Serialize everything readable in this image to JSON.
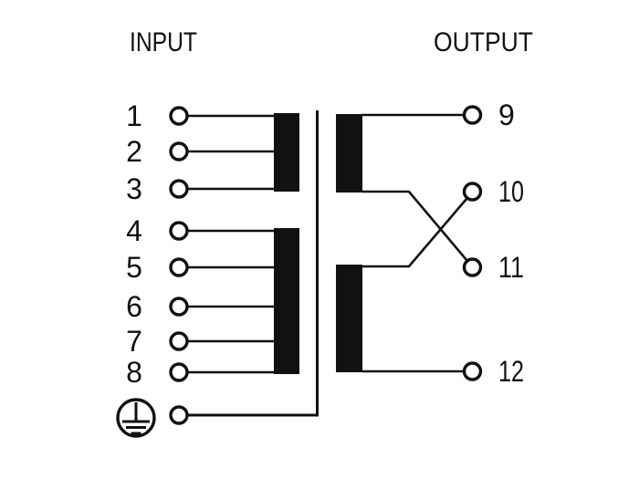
{
  "diagram": {
    "type": "transformer-wiring-diagram",
    "input": {
      "label": "INPUT",
      "terminals": [
        "1",
        "2",
        "3",
        "4",
        "5",
        "6",
        "7",
        "8"
      ]
    },
    "output": {
      "label": "OUTPUT",
      "terminals": [
        "9",
        "10",
        "11",
        "12"
      ]
    },
    "ground": {
      "icon": "protective-earth-icon"
    },
    "colors": {
      "line": "#111111",
      "winding_fill": "#111111",
      "background": "#ffffff"
    }
  }
}
